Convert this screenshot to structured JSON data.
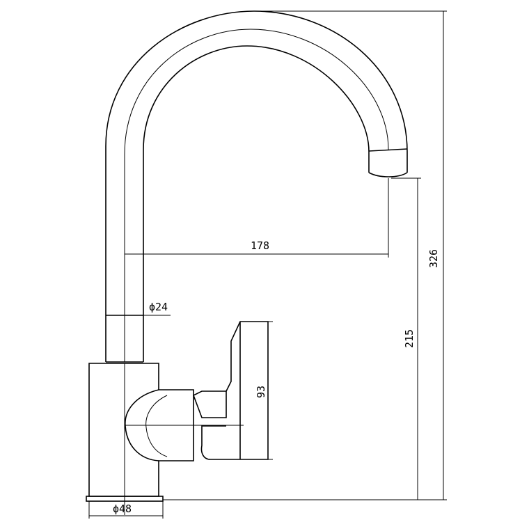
{
  "drawing": {
    "dimensions": {
      "spout_reach": "178",
      "total_height": "326",
      "spout_height": "215",
      "pipe_diameter": "ϕ24",
      "handle_height": "93",
      "base_diameter": "ϕ48"
    }
  }
}
